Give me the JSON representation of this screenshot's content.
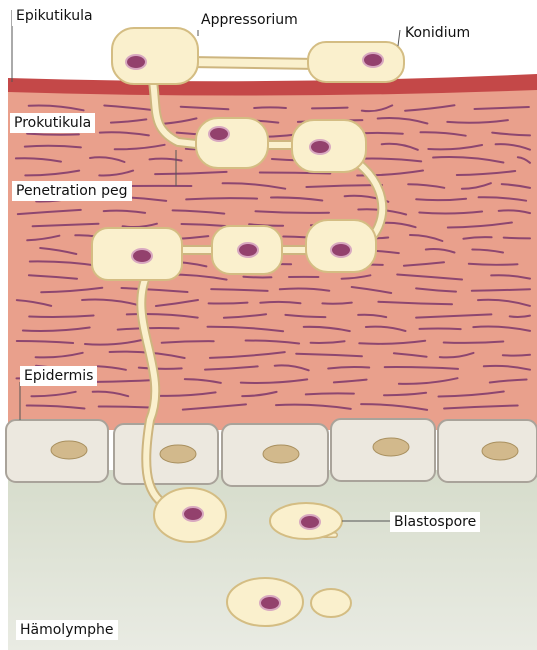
{
  "labels": {
    "epikutikula": "Epikutikula",
    "appressorium": "Appressorium",
    "konidium": "Konidium",
    "prokutikula": "Prokutikula",
    "penetration_peg": "Penetration peg",
    "epidermis": "Epidermis",
    "blastospore": "Blastospore",
    "haemolymphe": "Hämolymphe"
  },
  "colors": {
    "epicuticle": "#c44848",
    "procuticle": "#e9a08c",
    "fibers": "#8d4670",
    "epidermis_cell": "#ece8df",
    "hemolymph": "#dfe4d5",
    "fungal_cell": "#faf0cd",
    "fungal_outline": "#d8c48a",
    "nucleus": "#93416d",
    "epidermis_nucleus": "#d2b98c"
  }
}
